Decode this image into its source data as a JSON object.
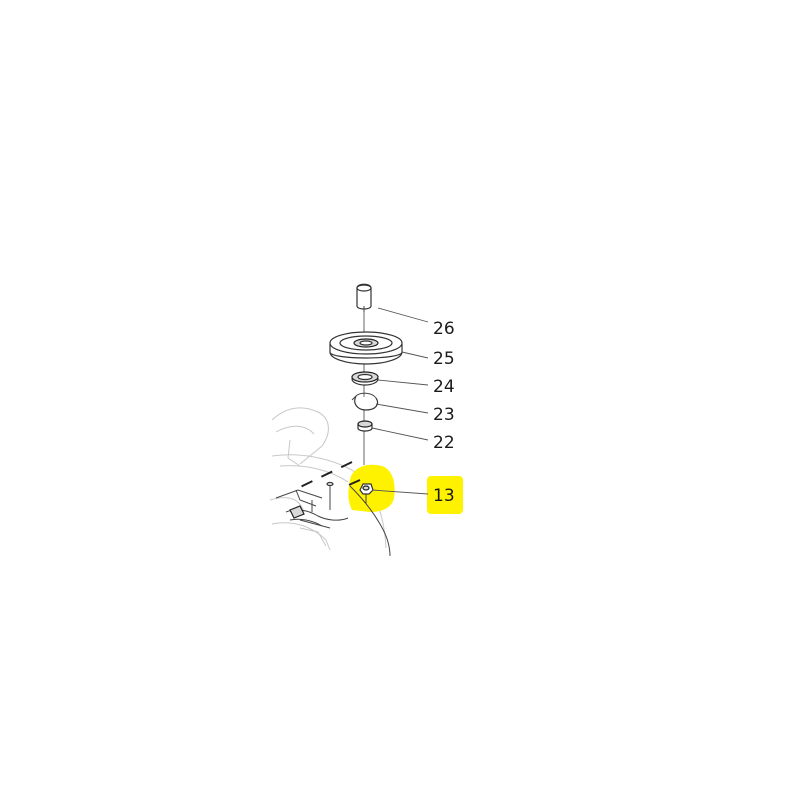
{
  "highlight_color": "#fff200",
  "parts": [
    {
      "id": "26",
      "label": "26"
    },
    {
      "id": "25",
      "label": "25"
    },
    {
      "id": "24",
      "label": "24"
    },
    {
      "id": "23",
      "label": "23"
    },
    {
      "id": "22",
      "label": "22"
    },
    {
      "id": "13",
      "label": "13",
      "highlighted": true
    }
  ]
}
